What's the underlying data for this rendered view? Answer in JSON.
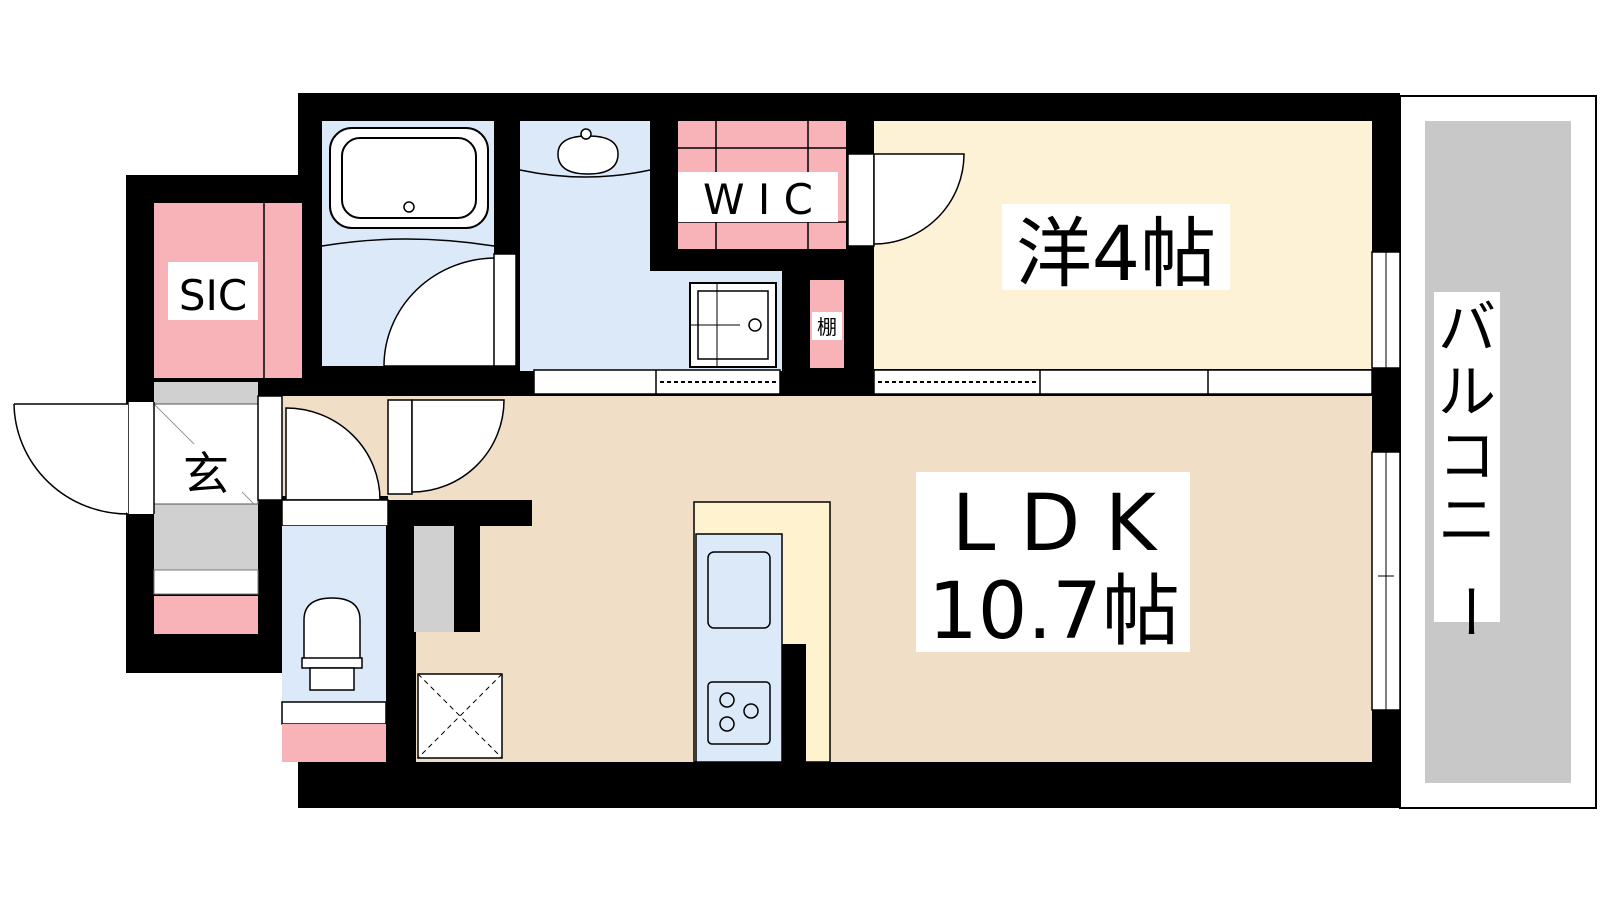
{
  "floorplan": {
    "rooms": {
      "sic": "SIC",
      "wic": "W I C",
      "western_room_label": "洋4帖",
      "ldk_label": "L D K",
      "ldk_size": "10.7帖",
      "entrance": "玄",
      "shelf": "棚",
      "balcony_chars": [
        "バ",
        "ル",
        "コ",
        "ニ",
        "ー"
      ]
    },
    "colors": {
      "wall": "#000000",
      "storage": "#f7b3b7",
      "wet_area": "#dbe9f8",
      "western_room": "#fdf2d6",
      "ldk": "#f0dfc6",
      "balcony": "#c8c8c8",
      "entrance_floor": "#cfcfcf",
      "kitchen_counter": "#fff3cf"
    }
  }
}
